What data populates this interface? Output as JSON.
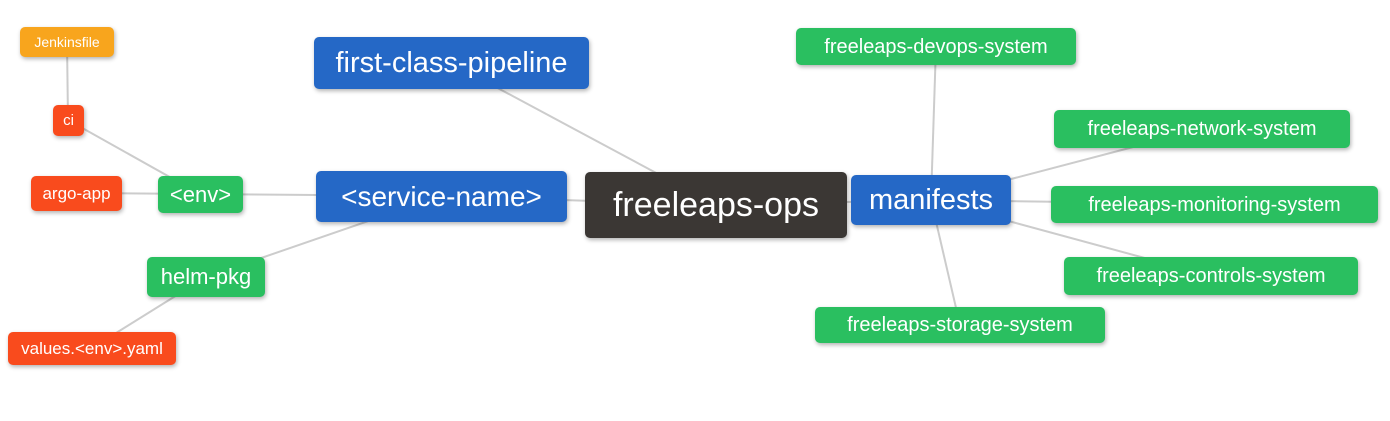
{
  "diagram": {
    "type": "mindmap",
    "root": "freeleaps-ops",
    "colors": {
      "orange_node": "#F8A51D",
      "red_node": "#F94B1D",
      "green_node": "#2ABF60",
      "blue_node": "#2568C6",
      "dark_node": "#3B3734",
      "edge_line": "#cccccc",
      "node_text": "#ffffff",
      "background": "#ffffff"
    },
    "nodes": {
      "jenkinsfile": {
        "label": "Jenkinsfile"
      },
      "ci": {
        "label": "ci"
      },
      "argo_app": {
        "label": "argo-app"
      },
      "env": {
        "label": "<env>"
      },
      "helm_pkg": {
        "label": "helm-pkg"
      },
      "values_env_yaml": {
        "label": "values.<env>.yaml"
      },
      "first_class_pipeline": {
        "label": "first-class-pipeline"
      },
      "service_name": {
        "label": "<service-name>"
      },
      "freeleaps_ops": {
        "label": "freeleaps-ops"
      },
      "manifests": {
        "label": "manifests"
      },
      "devops_system": {
        "label": "freeleaps-devops-system"
      },
      "network_system": {
        "label": "freeleaps-network-system"
      },
      "monitoring_system": {
        "label": "freeleaps-monitoring-system"
      },
      "controls_system": {
        "label": "freeleaps-controls-system"
      },
      "storage_system": {
        "label": "freeleaps-storage-system"
      }
    },
    "edges": [
      {
        "from": "jenkinsfile",
        "to": "ci"
      },
      {
        "from": "ci",
        "to": "env"
      },
      {
        "from": "argo_app",
        "to": "env"
      },
      {
        "from": "env",
        "to": "service_name"
      },
      {
        "from": "helm_pkg",
        "to": "service_name"
      },
      {
        "from": "values_env_yaml",
        "to": "helm_pkg"
      },
      {
        "from": "first_class_pipeline",
        "to": "freeleaps_ops"
      },
      {
        "from": "service_name",
        "to": "freeleaps_ops"
      },
      {
        "from": "freeleaps_ops",
        "to": "manifests"
      },
      {
        "from": "manifests",
        "to": "devops_system"
      },
      {
        "from": "manifests",
        "to": "network_system"
      },
      {
        "from": "manifests",
        "to": "monitoring_system"
      },
      {
        "from": "manifests",
        "to": "controls_system"
      },
      {
        "from": "manifests",
        "to": "storage_system"
      }
    ]
  }
}
